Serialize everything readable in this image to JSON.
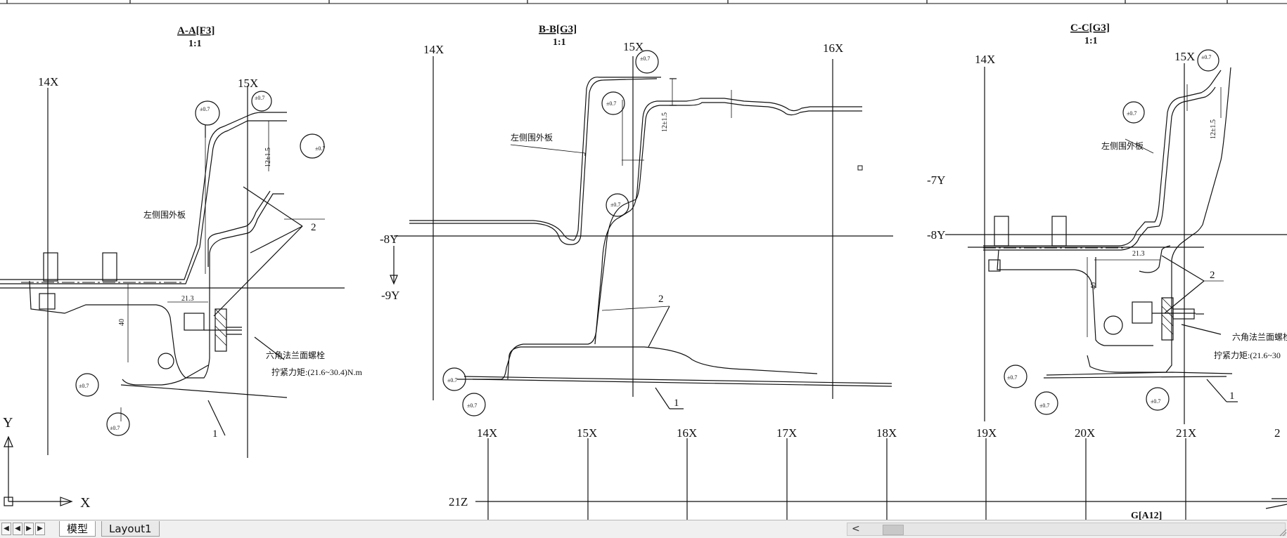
{
  "sections": {
    "aa": {
      "title": "A-A[F3]",
      "scale": "1:1",
      "x14": "14X",
      "x15": "15X",
      "panel": "左侧围外板",
      "callout1": "1",
      "callout2": "2",
      "bolt": "六角法兰面螺栓",
      "torque": "拧紧力矩:(21.6~30.4)N.m",
      "dim213": "21.3",
      "dim40": "40",
      "dim12": "12±1.5",
      "tol": "±0.7"
    },
    "bb": {
      "title": "B-B[G3]",
      "scale": "1:1",
      "x14": "14X",
      "x15": "15X",
      "x16": "16X",
      "y8": "-8Y",
      "y9": "-9Y",
      "panel": "左侧围外板",
      "callout1": "1",
      "callout2": "2",
      "dim12": "12±1.5",
      "tol": "±0.7"
    },
    "cc": {
      "title": "C-C[G3]",
      "scale": "1:1",
      "x14": "14X",
      "x15": "15X",
      "y7": "-7Y",
      "y8": "-8Y",
      "panel": "左侧围外板",
      "callout1": "1",
      "callout2": "2",
      "bolt": "六角法兰面螺栓",
      "torque": "拧紧力矩:(21.6~30",
      "dim213": "21.3",
      "dim40": "40",
      "dim12": "12±1.5",
      "tol": "±0.7"
    }
  },
  "grid": {
    "x_labels": [
      "14X",
      "15X",
      "16X",
      "17X",
      "18X",
      "19X",
      "20X",
      "21X",
      "2"
    ],
    "z_label": "21Z",
    "ref_label": "G[A12]"
  },
  "ucs": {
    "y": "Y",
    "x": "X"
  },
  "tabs": {
    "model": "模型",
    "layout1": "Layout1"
  },
  "nav": {
    "first": "◀",
    "prev": "◀",
    "next": "▶",
    "last": "▶"
  },
  "scroll": {
    "left_arrow": "<"
  }
}
